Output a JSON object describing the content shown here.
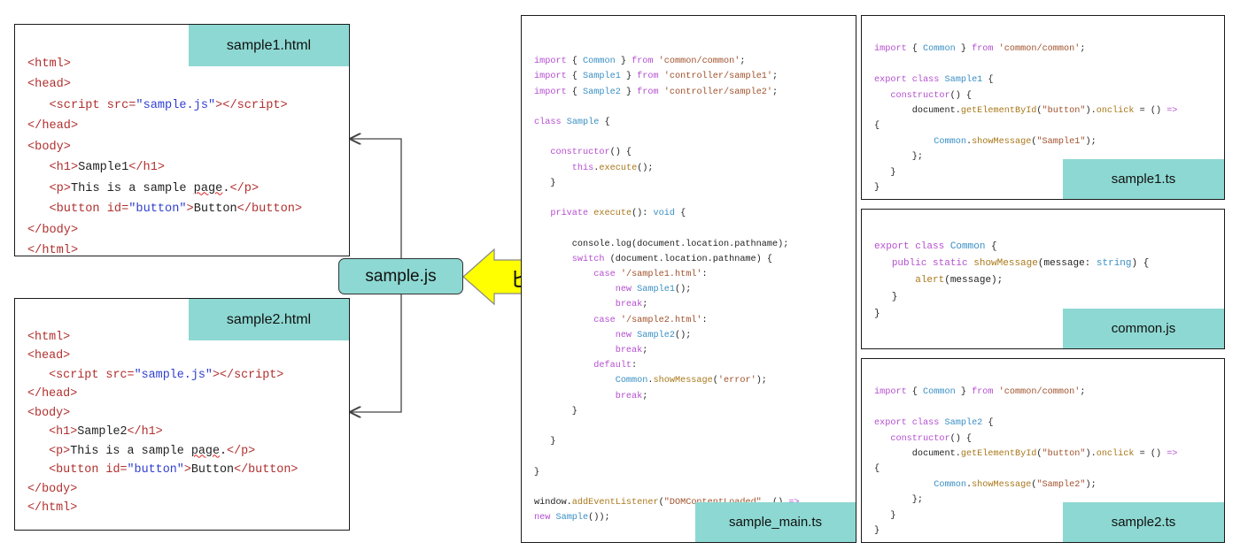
{
  "sample1_html": {
    "tag": "sample1.html",
    "title_text": "Sample1",
    "p_text": "This is a sample",
    "p_word": "page",
    "button_text": "Button",
    "script_src": "\"sample.js\"",
    "button_id": "\"button\""
  },
  "sample2_html": {
    "tag": "sample2.html",
    "title_text": "Sample2",
    "p_text": "This is a sample",
    "p_word": "page",
    "button_text": "Button",
    "script_src": "\"sample.js\"",
    "button_id": "\"button\""
  },
  "sample_js": {
    "label": "sample.js"
  },
  "build": {
    "label": "ビルド"
  },
  "sample_main": {
    "tag": "sample_main.ts",
    "imports": [
      {
        "name": "Common",
        "path": "'common/common'"
      },
      {
        "name": "Sample1",
        "path": "'controller/sample1'"
      },
      {
        "name": "Sample2",
        "path": "'controller/sample2'"
      }
    ],
    "class_name": "Sample",
    "case1": "'/sample1.html'",
    "case2": "'/sample2.html'",
    "error_msg": "'error'",
    "event_name": "\"DOMContentLoaded\""
  },
  "sample1_ts": {
    "tag": "sample1.ts",
    "import_path": "'common/common'",
    "class_name": "Sample1",
    "button_id": "\"button\"",
    "message": "\"Sample1\""
  },
  "common_js": {
    "tag": "common.js",
    "class_name": "Common",
    "param_type": "string"
  },
  "sample2_ts": {
    "tag": "sample2.ts",
    "import_path": "'common/common'",
    "class_name": "Sample2",
    "button_id": "\"button\"",
    "message": "\"Sample2\""
  }
}
